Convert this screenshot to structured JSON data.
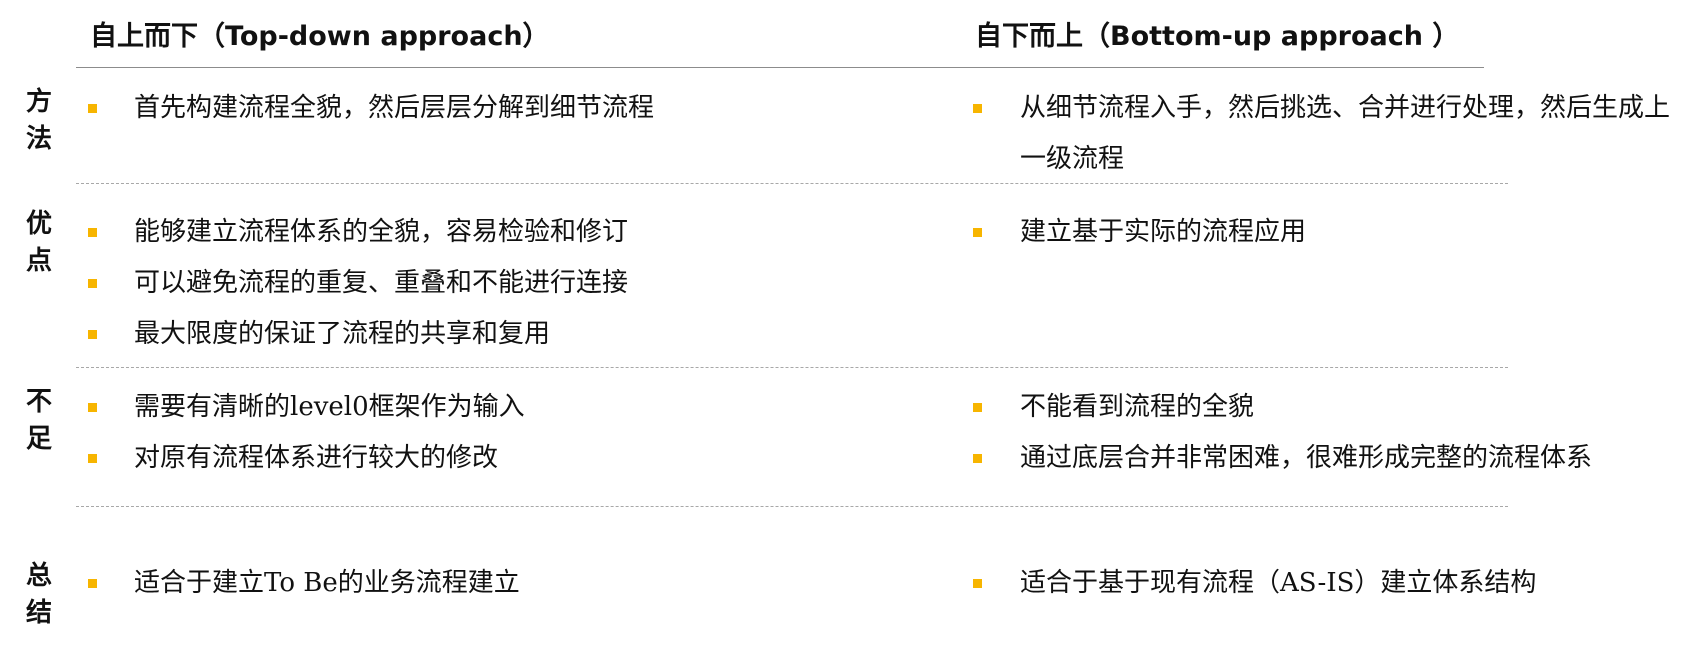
{
  "headers": {
    "left": "自上而下（Top-down approach）",
    "right": "自下而上（Bottom-up approach ）"
  },
  "rows": [
    {
      "label": "方法",
      "left": [
        "首先构建流程全貌，然后层层分解到细节流程"
      ],
      "right": [
        "从细节流程入手，然后挑选、合并进行处理，然后生成上一级流程"
      ]
    },
    {
      "label": "优点",
      "left": [
        "能够建立流程体系的全貌，容易检验和修订",
        "可以避免流程的重复、重叠和不能进行连接",
        "最大限度的保证了流程的共享和复用"
      ],
      "right": [
        "建立基于实际的流程应用"
      ]
    },
    {
      "label": "不足",
      "left": [
        "需要有清晰的level0框架作为输入",
        "对原有流程体系进行较大的修改"
      ],
      "right": [
        "不能看到流程的全貌",
        "通过底层合并非常困难，很难形成完整的流程体系"
      ]
    },
    {
      "label": "总结",
      "left": [
        "适合于建立To Be的业务流程建立"
      ],
      "right": [
        "适合于基于现有流程（AS-IS）建立体系结构"
      ]
    }
  ],
  "colors": {
    "bullet": "#f7b500",
    "rule": "#8c8c8c",
    "dash": "#a8a8a8"
  }
}
